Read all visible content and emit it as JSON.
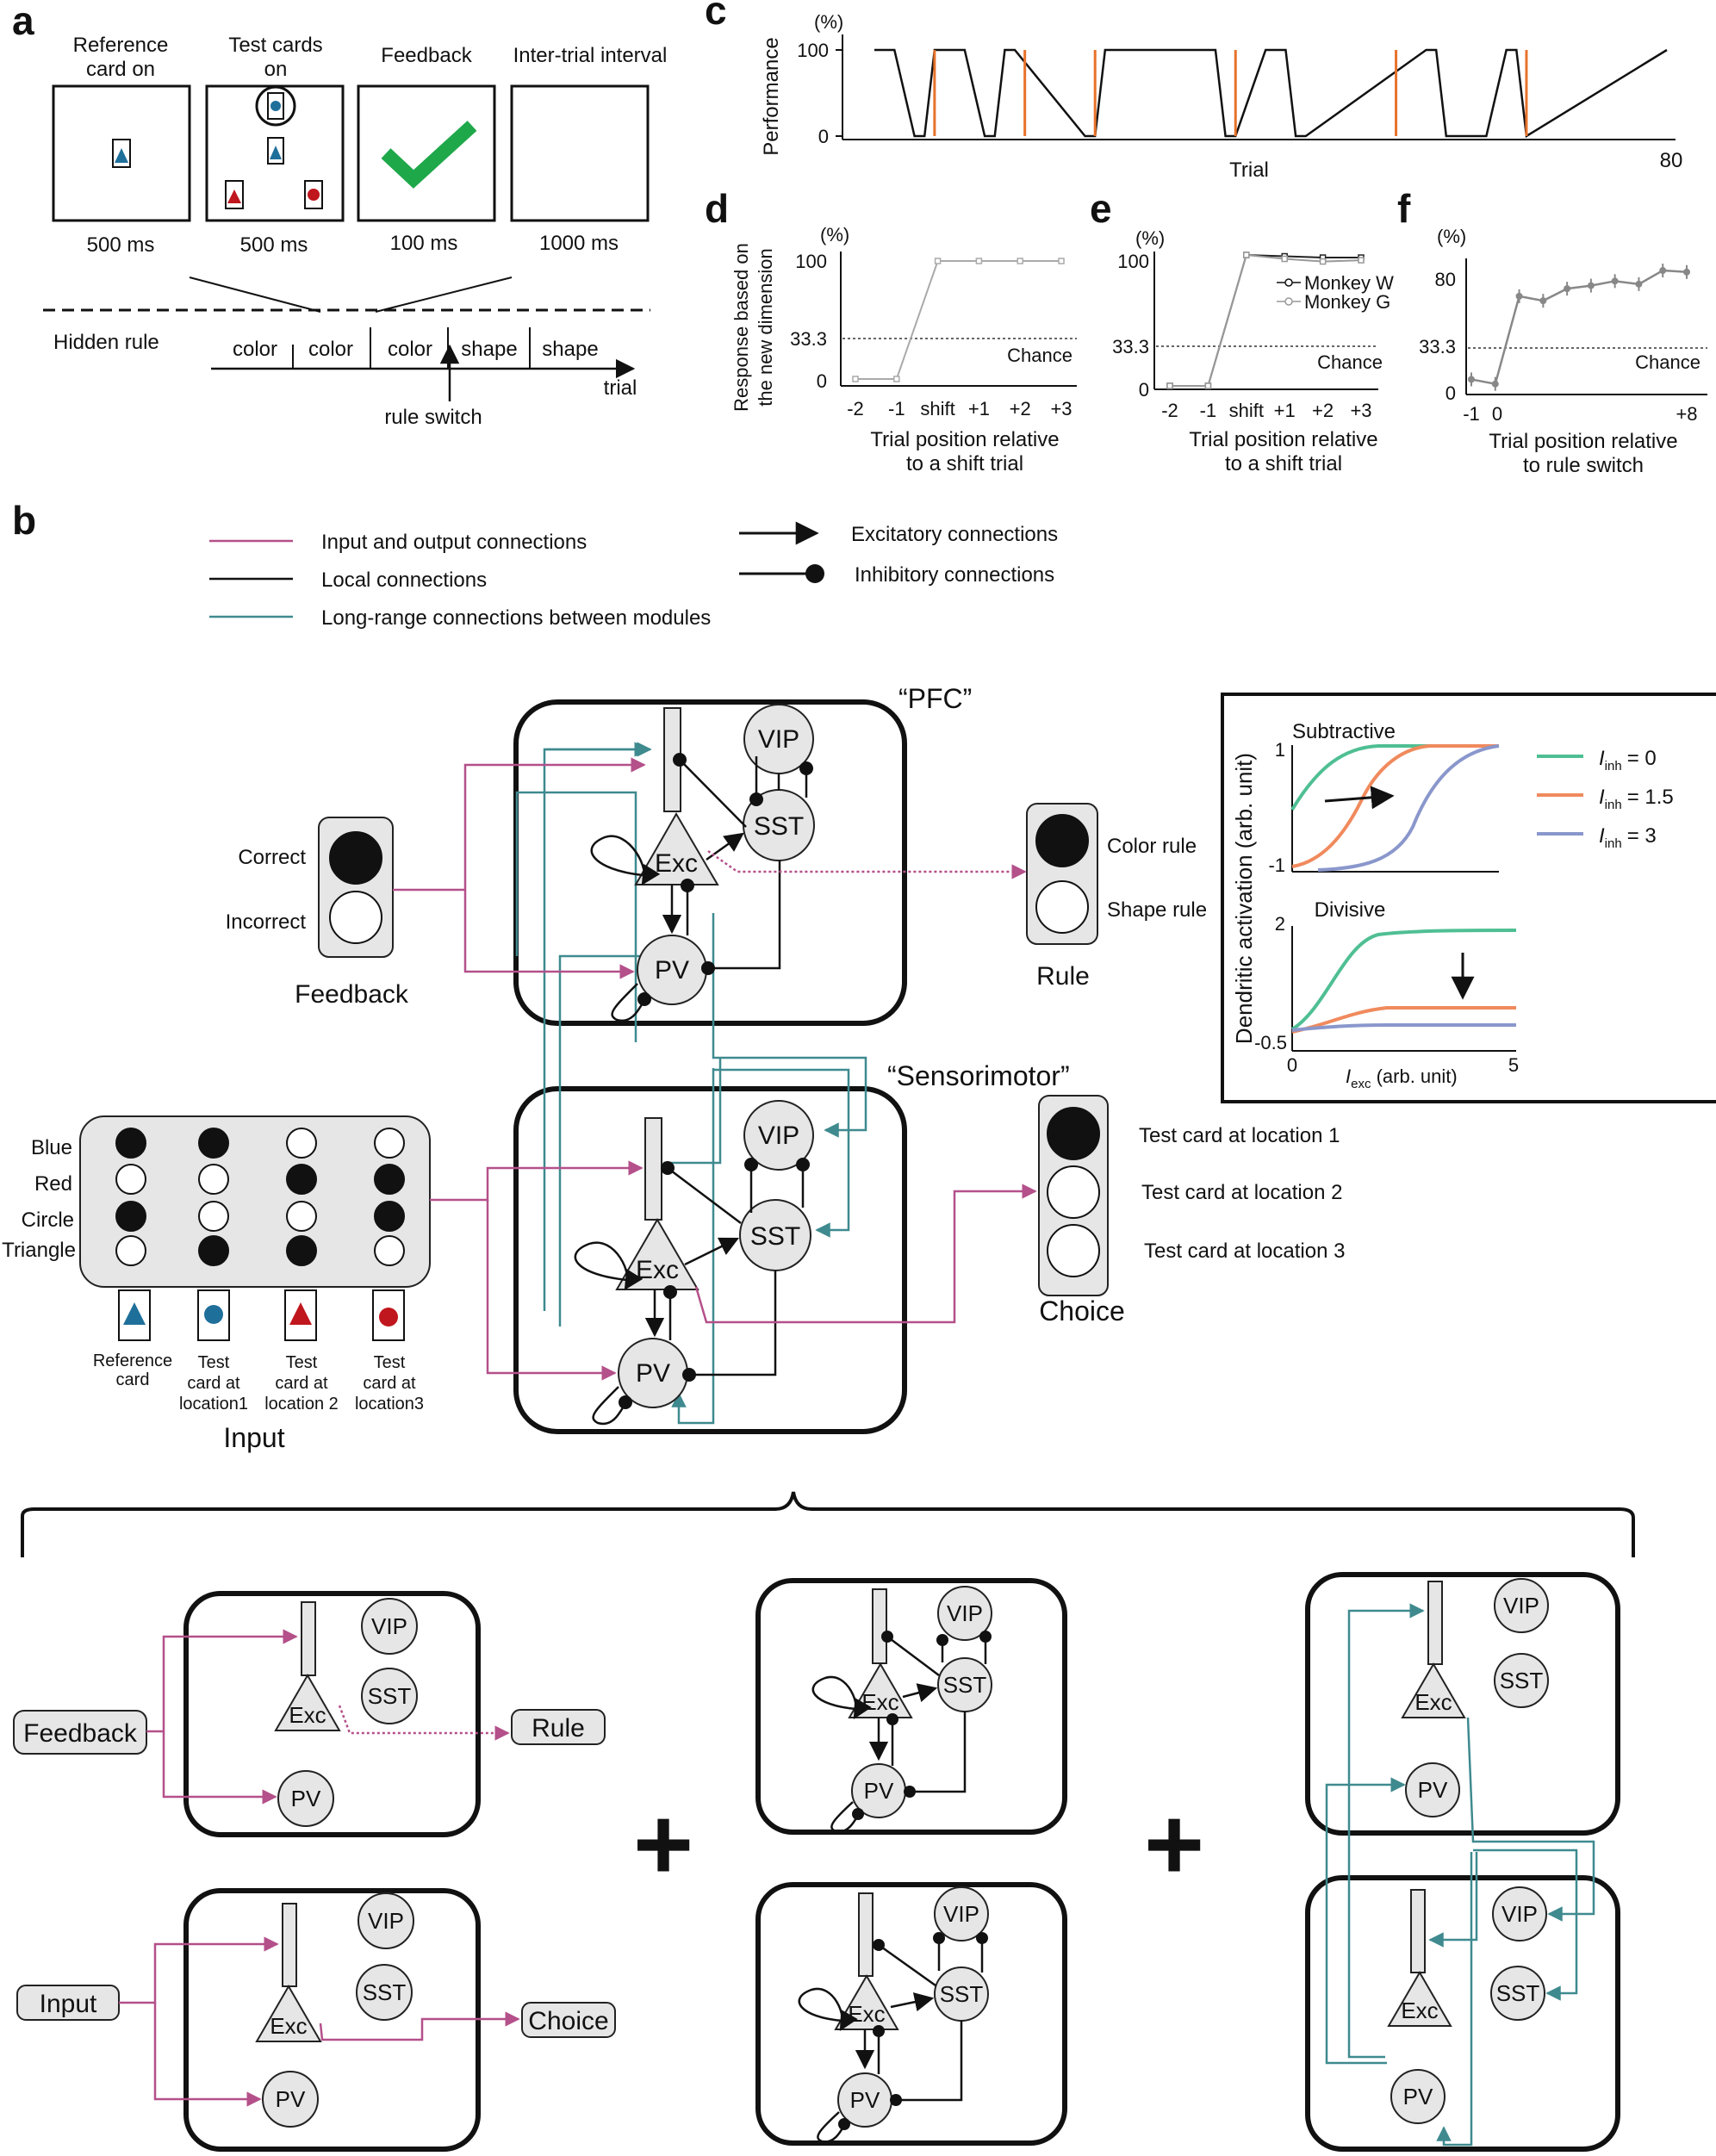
{
  "panels": {
    "a": "a",
    "b": "b",
    "c": "c",
    "d": "d",
    "e": "e",
    "f": "f"
  },
  "panel_a": {
    "stage_titles": [
      "Reference",
      "card on",
      "Test cards",
      "on",
      "Feedback",
      "Inter-trial interval"
    ],
    "durations": [
      "500 ms",
      "500 ms",
      "100 ms",
      "1000 ms"
    ],
    "hidden_rule_label": "Hidden rule",
    "rule_sequence": [
      "color",
      "color",
      "color",
      "shape",
      "shape"
    ],
    "trial_label": "trial",
    "rule_switch_label": "rule switch"
  },
  "panel_c": {
    "y_unit": "(%)",
    "y_label": "Performance",
    "x_label": "Trial",
    "y_ticks": [
      "100",
      "0"
    ],
    "x_tick_end": "80"
  },
  "panel_d": {
    "y_unit": "(%)",
    "y_label_1": "Response based on",
    "y_label_2": "the new dimension",
    "y_ticks": [
      "100",
      "33.3",
      "0"
    ],
    "x_ticks": [
      "-2",
      "-1",
      "shift",
      "+1",
      "+2",
      "+3"
    ],
    "x_label_1": "Trial position relative",
    "x_label_2": "to a shift trial",
    "chance": "Chance"
  },
  "panel_e": {
    "y_unit": "(%)",
    "y_ticks": [
      "100",
      "33.3",
      "0"
    ],
    "x_ticks": [
      "-2",
      "-1",
      "shift",
      "+1",
      "+2",
      "+3"
    ],
    "legend": [
      "Monkey W",
      "Monkey G"
    ],
    "x_label_1": "Trial position relative",
    "x_label_2": "to a shift trial",
    "chance": "Chance"
  },
  "panel_f": {
    "y_unit": "(%)",
    "y_ticks": [
      "80",
      "33.3",
      "0"
    ],
    "x_ticks": [
      "-1",
      "0",
      "+8"
    ],
    "x_label_1": "Trial position relative",
    "x_label_2": "to rule switch",
    "chance": "Chance"
  },
  "panel_b_legend": {
    "magenta": "Input and output connections",
    "black": "Local connections",
    "teal": "Long-range connections between modules",
    "excit": "Excitatory connections",
    "inhib": "Inhibitory connections"
  },
  "modules": {
    "pfc": "“PFC”",
    "sensorimotor": "“Sensorimotor”",
    "vip": "VIP",
    "sst": "SST",
    "exc": "Exc",
    "pv": "PV"
  },
  "feedback_box": {
    "correct": "Correct",
    "incorrect": "Incorrect",
    "title": "Feedback"
  },
  "rule_box": {
    "color": "Color rule",
    "shape": "Shape rule",
    "title": "Rule"
  },
  "choice_box": {
    "loc1": "Test card at location 1",
    "loc2": "Test card at location 2",
    "loc3": "Test card at location 3",
    "title": "Choice"
  },
  "input_box": {
    "rows": [
      "Blue",
      "Red",
      "Circle",
      "Triangle"
    ],
    "cards": [
      [
        "Reference",
        "card"
      ],
      [
        "Test",
        "card at",
        "location1"
      ],
      [
        "Test",
        "card at",
        "location 2"
      ],
      [
        "Test",
        "card at",
        "location3"
      ]
    ],
    "title": "Input"
  },
  "inset": {
    "subtractive": "Subtractive",
    "divisive": "Divisive",
    "y_label": "Dendritic activation (arb. unit)",
    "x_label_var": "I",
    "x_label_sub": "exc",
    "x_label_rest": " (arb. unit)",
    "sub_y_ticks": [
      "1",
      "-1"
    ],
    "div_y_ticks": [
      "2",
      "-0.5"
    ],
    "x_ticks": [
      "0",
      "5"
    ],
    "legend_var": "I",
    "legend_sub": "inh",
    "legend": [
      "= 0",
      "= 1.5",
      "= 3"
    ],
    "colors": [
      "#4fbf93",
      "#f08a5d",
      "#8a97cc"
    ]
  },
  "bottom": {
    "feedback": "Feedback",
    "rule": "Rule",
    "input": "Input",
    "choice": "Choice",
    "plus": "+"
  },
  "chart_data": [
    {
      "type": "line",
      "panel": "c",
      "x": [
        1,
        3,
        5,
        6,
        7,
        10,
        12,
        13,
        14,
        15,
        22,
        23,
        24,
        35,
        36,
        37,
        40,
        42,
        43,
        44,
        56,
        57,
        58,
        62,
        64,
        65,
        66,
        80
      ],
      "y": [
        100,
        100,
        0,
        0,
        100,
        100,
        0,
        0,
        100,
        100,
        0,
        0,
        100,
        100,
        0,
        0,
        100,
        100,
        0,
        0,
        100,
        100,
        0,
        0,
        100,
        100,
        0,
        100
      ],
      "rule_switch_trials": [
        7,
        16,
        23,
        37,
        53,
        66
      ],
      "xlim": [
        1,
        80
      ],
      "ylim": [
        0,
        100
      ]
    },
    {
      "type": "line",
      "panel": "d",
      "categories": [
        "-2",
        "-1",
        "shift",
        "+1",
        "+2",
        "+3"
      ],
      "values": [
        0,
        0,
        100,
        100,
        100,
        100
      ],
      "chance": 33.3,
      "ylim": [
        0,
        100
      ]
    },
    {
      "type": "line",
      "panel": "e",
      "categories": [
        "-2",
        "-1",
        "shift",
        "+1",
        "+2",
        "+3"
      ],
      "series": [
        {
          "name": "Monkey W",
          "values": [
            0,
            0,
            100,
            99,
            98,
            98
          ]
        },
        {
          "name": "Monkey G",
          "values": [
            0,
            0,
            100,
            97,
            95,
            96
          ]
        }
      ],
      "chance": 33.3,
      "ylim": [
        0,
        100
      ]
    },
    {
      "type": "line",
      "panel": "f",
      "x": [
        -1,
        0,
        1,
        2,
        3,
        4,
        5,
        6,
        7,
        8
      ],
      "values": [
        10,
        7,
        65,
        62,
        70,
        72,
        75,
        73,
        82,
        81
      ],
      "chance": 33.3,
      "ylim": [
        0,
        90
      ]
    }
  ]
}
